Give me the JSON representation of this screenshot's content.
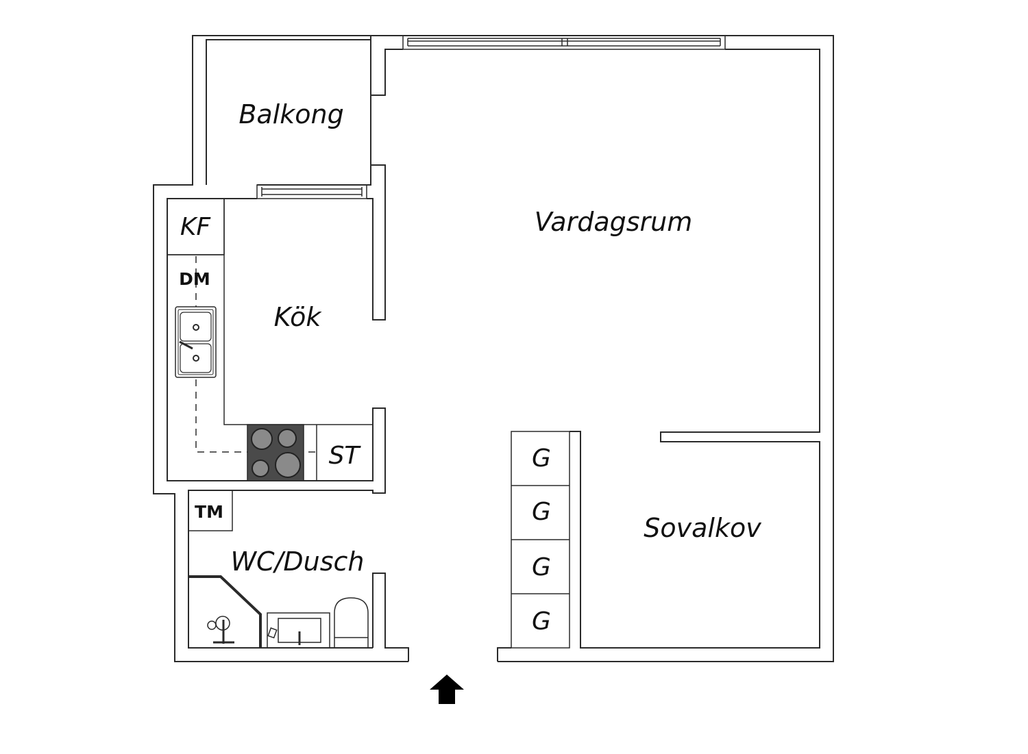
{
  "rooms": {
    "balkong": "Balkong",
    "vardagsrum": "Vardagsrum",
    "kok": "Kök",
    "wc_dusch": "WC/Dusch",
    "sovalkov": "Sovalkov"
  },
  "fixtures": {
    "kf": "KF",
    "dm": "DM",
    "st": "ST",
    "tm": "TM",
    "wardrobes": [
      "G",
      "G",
      "G",
      "G"
    ]
  },
  "icons": {
    "entrance": "entrance-arrow-icon"
  },
  "colors": {
    "wall_stroke": "#2a2a2a",
    "stove": "#4a4a4a",
    "burner": "#8a8a8a"
  }
}
